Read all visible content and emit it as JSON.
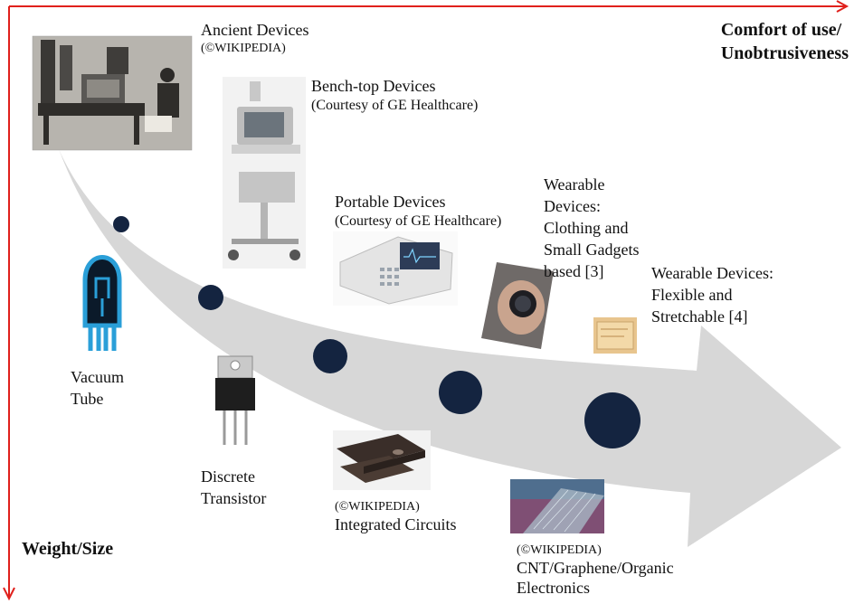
{
  "axes": {
    "x_label_line1": "Comfort of use/",
    "x_label_line2": "Unobtrusiveness",
    "y_label": "Weight/Size",
    "color": "#e0201c"
  },
  "devices": {
    "ancient": {
      "title": "Ancient Devices",
      "credit": "(©WIKIPEDIA)"
    },
    "benchtop": {
      "title": "Bench-top Devices",
      "credit": "(Courtesy of GE Healthcare)"
    },
    "portable": {
      "title": "Portable Devices",
      "credit": "(Courtesy of GE Healthcare)"
    },
    "wearable_clothing": {
      "lines": [
        "Wearable",
        "Devices:",
        "Clothing and",
        "Small Gadgets",
        "based [3]"
      ]
    },
    "wearable_flexible": {
      "lines": [
        "Wearable Devices:",
        "Flexible and",
        "Stretchable [4]"
      ]
    }
  },
  "technologies": {
    "vacuum_tube": {
      "lines": [
        "Vacuum",
        "Tube"
      ]
    },
    "transistor": {
      "lines": [
        "Discrete",
        "Transistor"
      ]
    },
    "ic": {
      "credit": "(©WIKIPEDIA)",
      "title": "Integrated Circuits"
    },
    "cnt": {
      "credit": "(©WIKIPEDIA)",
      "lines": [
        "CNT/Graphene/Organic",
        "Electronics"
      ]
    }
  },
  "colors": {
    "arrow": "#d7d7d7",
    "dot": "#142440",
    "tube_icon": "#2a9fd8"
  }
}
